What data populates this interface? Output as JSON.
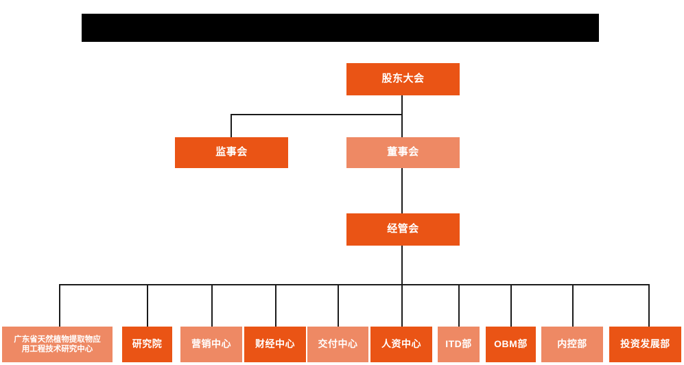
{
  "page": {
    "title_banner": {
      "name": "redacted-title-banner",
      "redacted": true,
      "color": "#000000"
    },
    "background_color": "#ffffff"
  },
  "theme": {
    "accent_dark": "#ea5415",
    "accent_light": "#ee8964",
    "line_color": "#1a1a1a",
    "text_color": "#ffffff"
  },
  "chart_data": {
    "type": "diagram",
    "subtype": "organization-chart",
    "orientation": "top-down",
    "title": "",
    "levels": [
      {
        "level": 1,
        "nodes": [
          {
            "id": "shareholders",
            "label": "股东大会",
            "shade": "dark"
          }
        ]
      },
      {
        "level": 2,
        "nodes": [
          {
            "id": "supervisors",
            "label": "监事会",
            "shade": "dark"
          },
          {
            "id": "directors",
            "label": "董事会",
            "shade": "light"
          }
        ]
      },
      {
        "level": 3,
        "nodes": [
          {
            "id": "management",
            "label": "经管会",
            "shade": "dark"
          }
        ]
      },
      {
        "level": 4,
        "nodes": [
          {
            "id": "dept-01",
            "label": "广东省天然植物提取物应\n用工程技术研究中心",
            "shade": "light"
          },
          {
            "id": "dept-02",
            "label": "研究院",
            "shade": "dark"
          },
          {
            "id": "dept-03",
            "label": "营销中心",
            "shade": "light"
          },
          {
            "id": "dept-04",
            "label": "财经中心",
            "shade": "dark"
          },
          {
            "id": "dept-05",
            "label": "交付中心",
            "shade": "light"
          },
          {
            "id": "dept-06",
            "label": "人资中心",
            "shade": "dark"
          },
          {
            "id": "dept-07",
            "label": "ITD部",
            "shade": "light"
          },
          {
            "id": "dept-08",
            "label": "OBM部",
            "shade": "dark"
          },
          {
            "id": "dept-09",
            "label": "内控部",
            "shade": "light"
          },
          {
            "id": "dept-10",
            "label": "投资发展部",
            "shade": "dark"
          }
        ]
      }
    ],
    "edges": [
      {
        "from": "shareholders",
        "to": "supervisors"
      },
      {
        "from": "shareholders",
        "to": "directors"
      },
      {
        "from": "directors",
        "to": "management"
      },
      {
        "from": "management",
        "to": "dept-01"
      },
      {
        "from": "management",
        "to": "dept-02"
      },
      {
        "from": "management",
        "to": "dept-03"
      },
      {
        "from": "management",
        "to": "dept-04"
      },
      {
        "from": "management",
        "to": "dept-05"
      },
      {
        "from": "management",
        "to": "dept-06"
      },
      {
        "from": "management",
        "to": "dept-07"
      },
      {
        "from": "management",
        "to": "dept-08"
      },
      {
        "from": "management",
        "to": "dept-09"
      },
      {
        "from": "management",
        "to": "dept-10"
      }
    ]
  }
}
